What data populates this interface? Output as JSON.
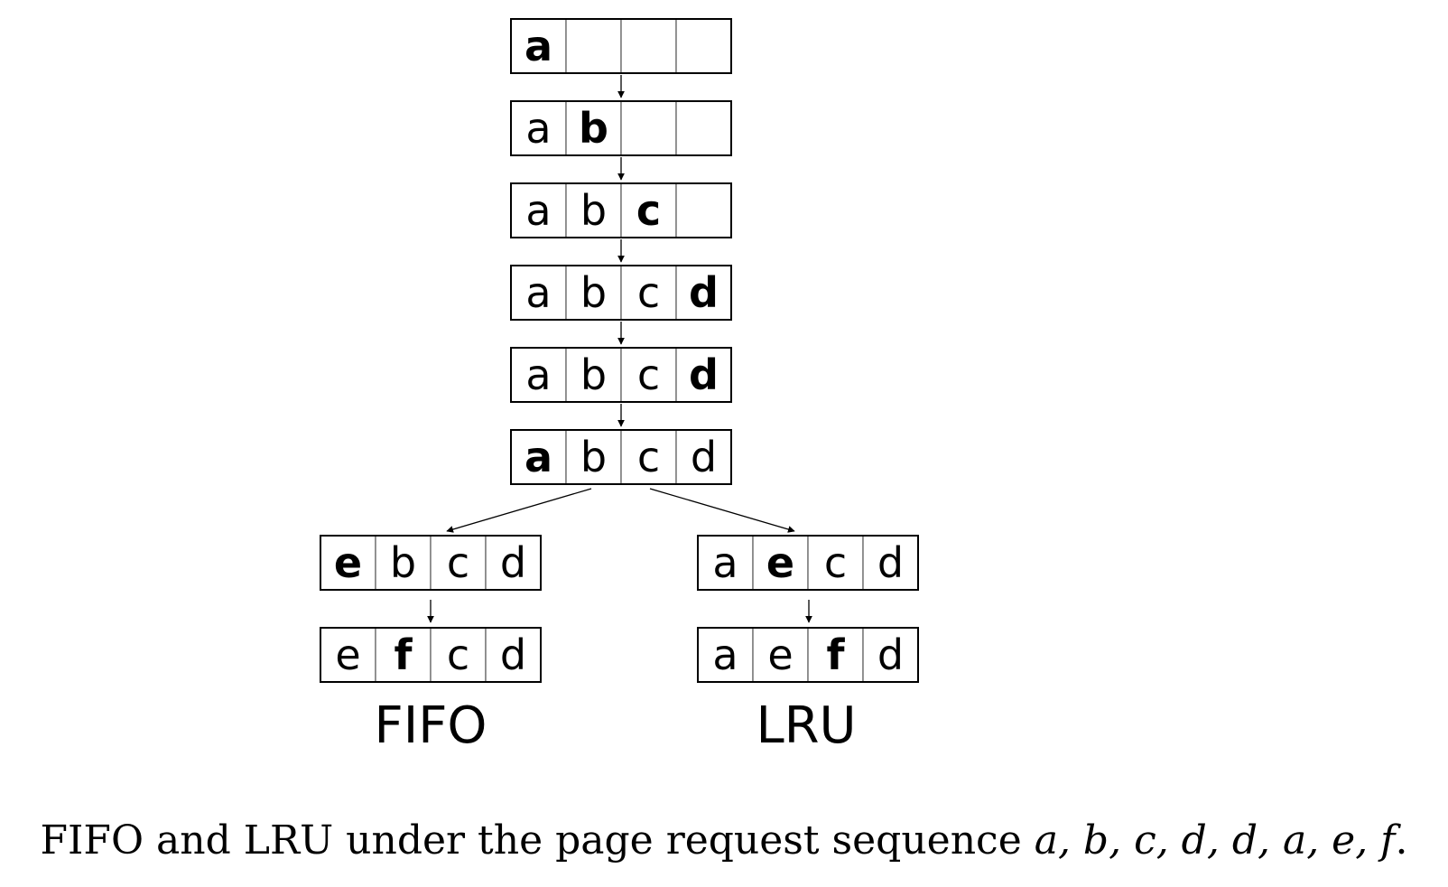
{
  "rows": [
    {
      "id": "step-1",
      "cells": [
        "a",
        "",
        "",
        ""
      ],
      "bold_index": 0
    },
    {
      "id": "step-2",
      "cells": [
        "a",
        "b",
        "",
        ""
      ],
      "bold_index": 1
    },
    {
      "id": "step-3",
      "cells": [
        "a",
        "b",
        "c",
        ""
      ],
      "bold_index": 2
    },
    {
      "id": "step-4",
      "cells": [
        "a",
        "b",
        "c",
        "d"
      ],
      "bold_index": 3
    },
    {
      "id": "step-5",
      "cells": [
        "a",
        "b",
        "c",
        "d"
      ],
      "bold_index": 3
    },
    {
      "id": "step-6",
      "cells": [
        "a",
        "b",
        "c",
        "d"
      ],
      "bold_index": 0
    },
    {
      "id": "fifo-step-7",
      "cells": [
        "e",
        "b",
        "c",
        "d"
      ],
      "bold_index": 0
    },
    {
      "id": "fifo-step-8",
      "cells": [
        "e",
        "f",
        "c",
        "d"
      ],
      "bold_index": 1
    },
    {
      "id": "lru-step-7",
      "cells": [
        "a",
        "e",
        "c",
        "d"
      ],
      "bold_index": 1
    },
    {
      "id": "lru-step-8",
      "cells": [
        "a",
        "e",
        "f",
        "d"
      ],
      "bold_index": 2
    }
  ],
  "labels": {
    "fifo": "FIFO",
    "lru": "LRU"
  },
  "caption": {
    "prefix": "FIFO and LRU under the page request sequence ",
    "sequence": "a, b, c, d, d, a, e, f",
    "suffix": "."
  }
}
